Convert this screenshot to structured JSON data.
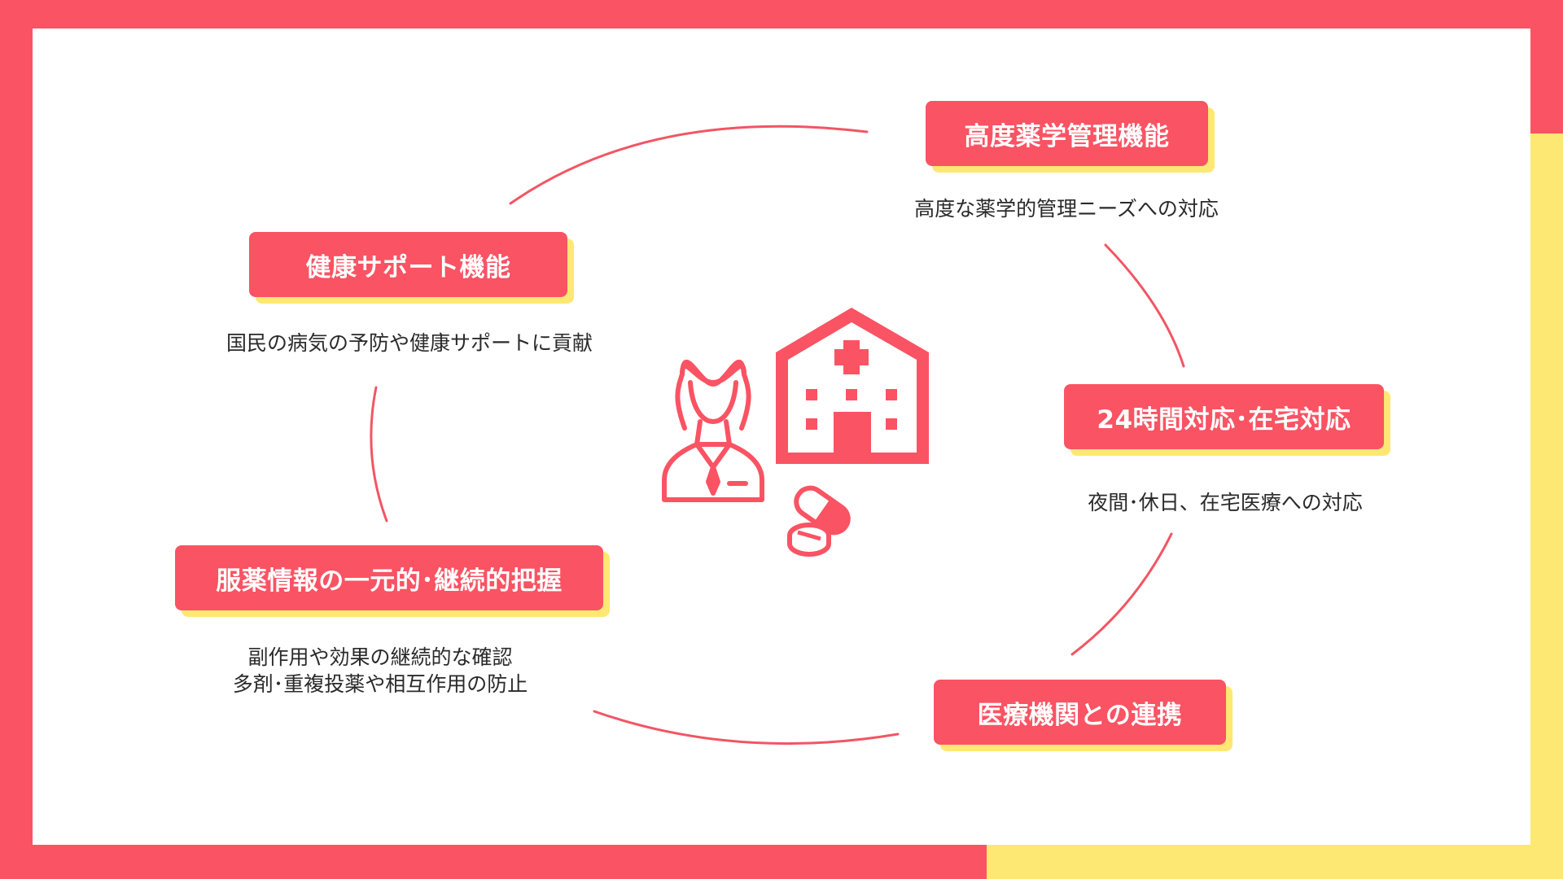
{
  "colors": {
    "accent": "#fa5363",
    "secondary": "#fde873",
    "panel": "#ffffff",
    "text": "#2a2a2a"
  },
  "center_icons": [
    "pharmacist-icon",
    "hospital-icon",
    "medicine-pills-icon"
  ],
  "functions": [
    {
      "title": "高度薬学管理機能",
      "description": [
        "高度な薬学的管理ニーズへの対応"
      ]
    },
    {
      "title": "24時間対応･在宅対応",
      "description": [
        "夜間･休日、在宅医療への対応"
      ]
    },
    {
      "title": "医療機関との連携",
      "description": []
    },
    {
      "title": "服薬情報の一元的･継続的把握",
      "description": [
        "副作用や効果の継続的な確認",
        "多剤･重複投薬や相互作用の防止"
      ]
    },
    {
      "title": "健康サポート機能",
      "description": [
        "国民の病気の予防や健康サポートに貢献"
      ]
    }
  ]
}
